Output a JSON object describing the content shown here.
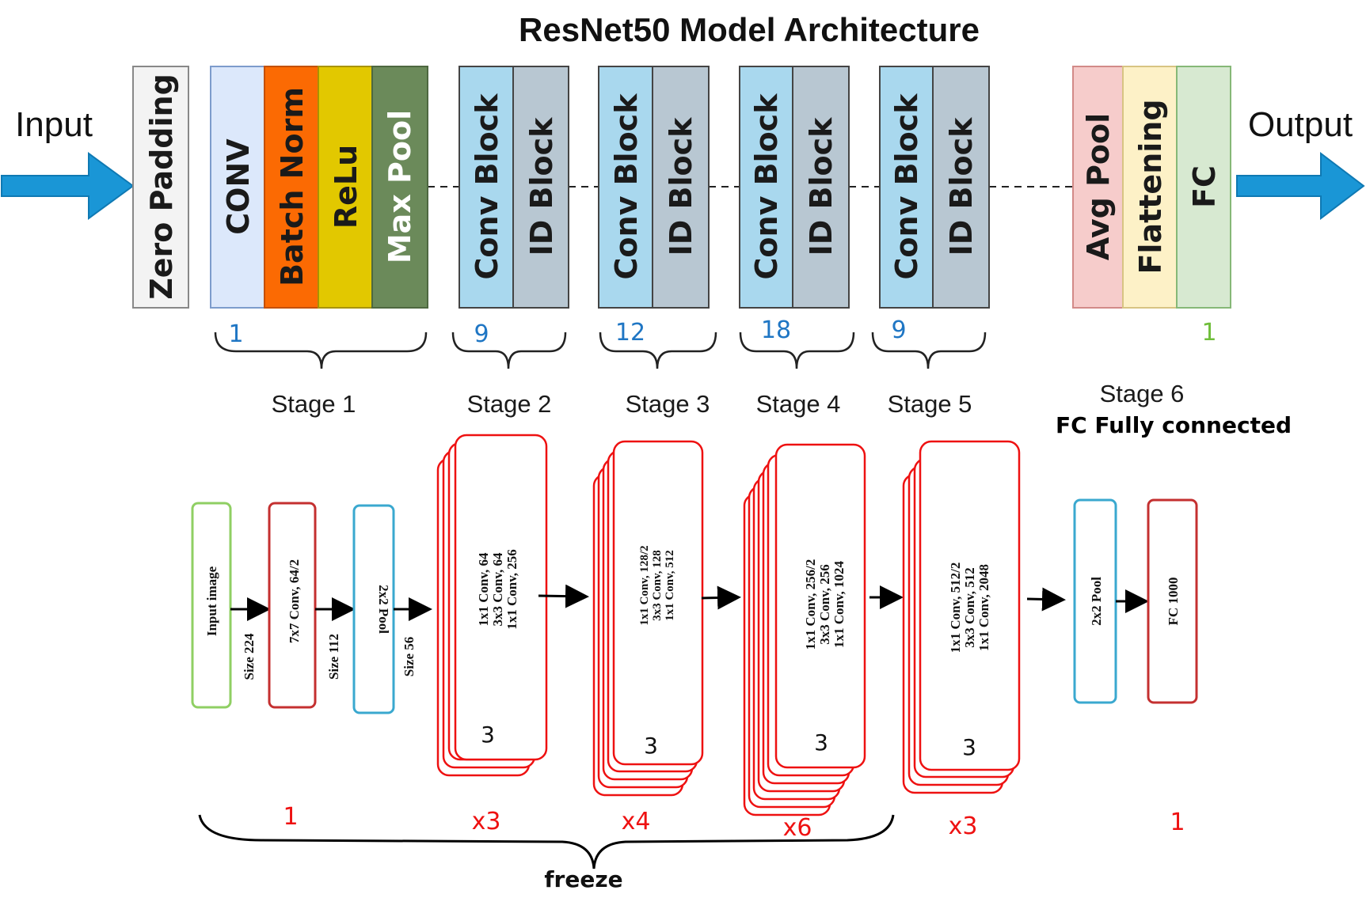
{
  "title": "ResNet50 Model Architecture",
  "input_label": "Input",
  "output_label": "Output",
  "colors": {
    "arrow_blue": "#1a96d6",
    "conv_blue": "#a9d8ee",
    "id_gray": "#b8c7d2",
    "batchnorm_orange": "#fb6a03",
    "relu_yellow": "#e2c800",
    "maxpool_green": "#6b8a5a",
    "avgpool_pink": "#f6cccb",
    "flatten_cream": "#fdf1c7",
    "fc_green": "#d7e9d1",
    "count_blue": "#1f76c4",
    "count_green": "#6fbe3a",
    "red": "#ee1111"
  },
  "top_blocks": {
    "zero_padding": "Zero Padding",
    "conv": "CONV",
    "batch_norm": "Batch Norm",
    "relu": "ReLu",
    "max_pool": "Max Pool",
    "conv_block": "Conv Block",
    "id_block": "ID Block",
    "avg_pool": "Avg Pool",
    "flattening": "Flattening",
    "fc": "FC"
  },
  "stages": [
    {
      "label": "Stage 1",
      "count": "1"
    },
    {
      "label": "Stage 2",
      "count": "9"
    },
    {
      "label": "Stage 3",
      "count": "12"
    },
    {
      "label": "Stage 4",
      "count": "18"
    },
    {
      "label": "Stage 5",
      "count": "9"
    },
    {
      "label": "Stage 6",
      "count": "1",
      "subtitle": "FC Fully connected"
    }
  ],
  "bottom": {
    "input_image": "Input image",
    "conv7": "7x7 Conv, 64/2",
    "pool": "2x2 Pool",
    "size224": "Size 224",
    "size112": "Size 112",
    "size56": "Size 56",
    "stack2": [
      "1x1 Conv, 64",
      "3x3 Conv, 64",
      "1x1 Conv, 256"
    ],
    "stack3": [
      "1x1 Conv, 128/2",
      "3x3 Conv, 128",
      "1x1 Conv, 512"
    ],
    "stack4": [
      "1x1 Conv, 256/2",
      "3x3 Conv, 256",
      "1x1 Conv, 1024"
    ],
    "stack5": [
      "1x1 Conv, 512/2",
      "3x3 Conv, 512",
      "1x1 Conv, 2048"
    ],
    "stack_layers": "3",
    "pool2": "2x2 Pool",
    "fc1000": "FC 1000",
    "reps": [
      "1",
      "x3",
      "x4",
      "x6",
      "x3",
      "1"
    ],
    "freeze": "freeze"
  }
}
